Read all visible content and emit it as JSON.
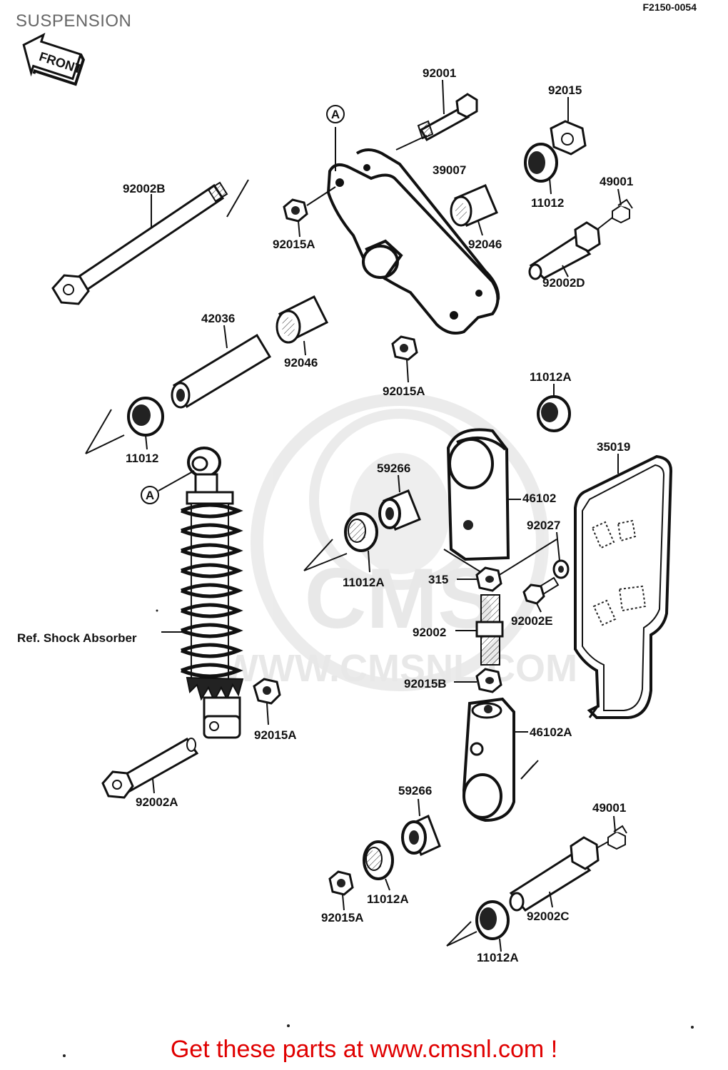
{
  "page": {
    "title": "SUSPENSION",
    "diagram_code": "F2150-0054",
    "front_label": "FRONT",
    "ref_marker": "A",
    "watermark_text": "WWW.CMSNL.COM",
    "watermark_logo": "CMS",
    "footer_prefix": "Get these parts at ",
    "footer_link": "www.cmsnl.com",
    "footer_suffix": " !"
  },
  "parts": {
    "p92001": "92001",
    "p92015_top": "92015",
    "p39007": "39007",
    "p11012_top": "11012",
    "p49001_top": "49001",
    "p92002B": "92002B",
    "p92015A_a": "92015A",
    "p92046_a": "92046",
    "p92002D": "92002D",
    "p42036": "42036",
    "p92046_b": "92046",
    "p92015A_b": "92015A",
    "p11012A_a": "11012A",
    "p11012_left": "11012",
    "p35019": "35019",
    "p59266_a": "59266",
    "p46102": "46102",
    "p92027": "92027",
    "p11012A_b": "11012A",
    "p315": "315",
    "p92002E": "92002E",
    "p92002": "92002",
    "ref_shock": "Ref. Shock Absorber",
    "p92015B": "92015B",
    "p92015A_c": "92015A",
    "p46102A": "46102A",
    "p92002A": "92002A",
    "p59266_b": "59266",
    "p49001_bot": "49001",
    "p11012A_c": "11012A",
    "p92002C": "92002C",
    "p92015A_d": "92015A",
    "p11012A_d": "11012A"
  }
}
